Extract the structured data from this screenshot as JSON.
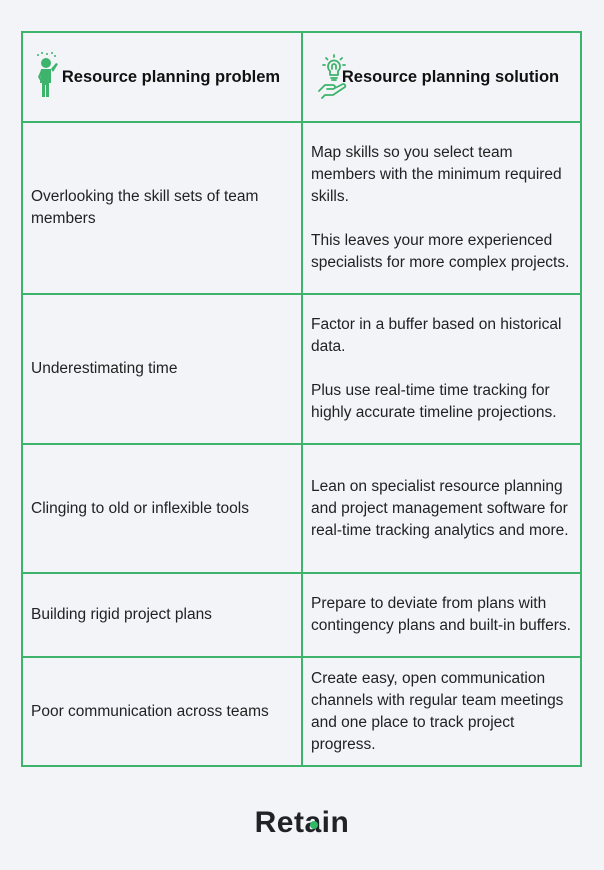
{
  "colors": {
    "accent": "#3db36b",
    "background": "#f3f4f8",
    "text": "#222222"
  },
  "table": {
    "headers": [
      {
        "label": "Resource planning problem",
        "icon": "confused-person-icon"
      },
      {
        "label": "Resource planning solution",
        "icon": "lightbulb-hand-icon"
      }
    ],
    "rows": [
      {
        "problem": "Overlooking the skill sets of team members",
        "solution": [
          "Map skills so you select team members with the minimum required skills.",
          "This leaves your more experienced specialists for more complex projects."
        ]
      },
      {
        "problem": "Underestimating time",
        "solution": [
          "Factor in a buffer based on historical data.",
          "Plus use real-time time tracking for highly accurate timeline projections."
        ]
      },
      {
        "problem": "Clinging to old or inflexible tools",
        "solution": [
          "Lean on specialist resource planning and project management software for real-time tracking analytics and more."
        ]
      },
      {
        "problem": "Building rigid project plans",
        "solution": [
          "Prepare to deviate from plans with contingency plans and built-in buffers."
        ]
      },
      {
        "problem": "Poor communication across teams",
        "solution": [
          "Create easy, open communication channels with regular team meetings and one place to track project progress."
        ]
      }
    ]
  },
  "logo": {
    "text_before": "Ret",
    "text_after": "in",
    "brand": "Retain"
  }
}
